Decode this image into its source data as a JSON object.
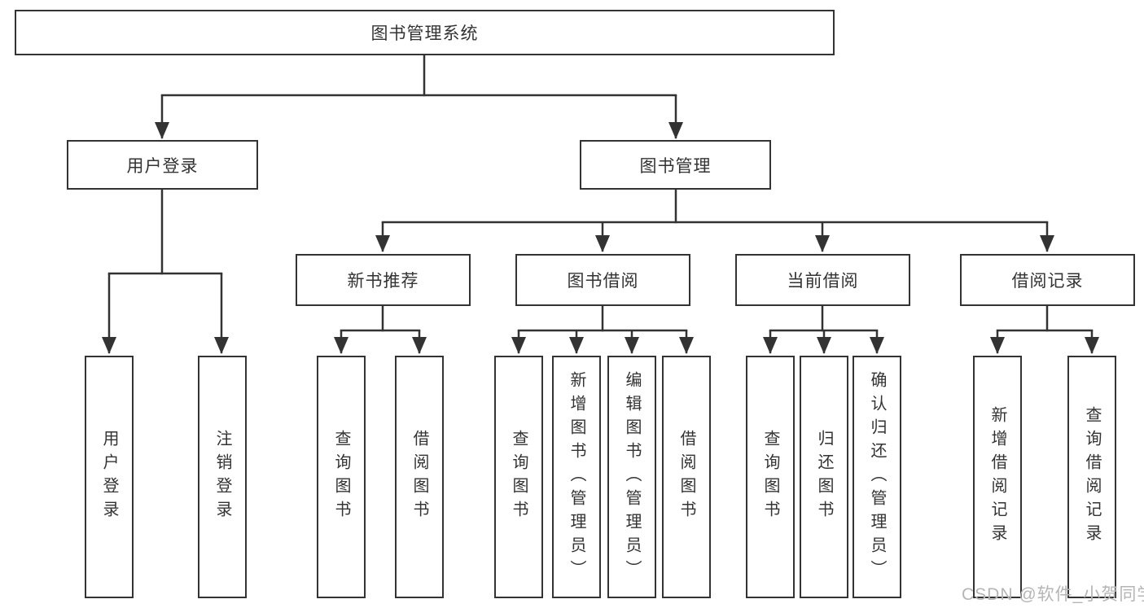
{
  "watermark": "CSDN @软件_小贺同学",
  "colors": {
    "line": "#333333",
    "box_border": "#333333",
    "text": "#333333",
    "watermark": "#b5b5b5",
    "background": "#ffffff"
  },
  "tree": {
    "root": "图书管理系统",
    "branches": [
      {
        "label": "用户登录",
        "children": [
          "用户登录",
          "注销登录"
        ]
      },
      {
        "label": "图书管理",
        "children": [
          {
            "label": "新书推荐",
            "children": [
              "查询图书",
              "借阅图书"
            ]
          },
          {
            "label": "图书借阅",
            "children": [
              "查询图书",
              "新增图书（管理员）",
              "编辑图书（管理员）",
              "借阅图书"
            ]
          },
          {
            "label": "当前借阅",
            "children": [
              "查询图书",
              "归还图书",
              "确认归还（管理员）"
            ]
          },
          {
            "label": "借阅记录",
            "children": [
              "新增借阅记录",
              "查询借阅记录"
            ]
          }
        ]
      }
    ]
  }
}
